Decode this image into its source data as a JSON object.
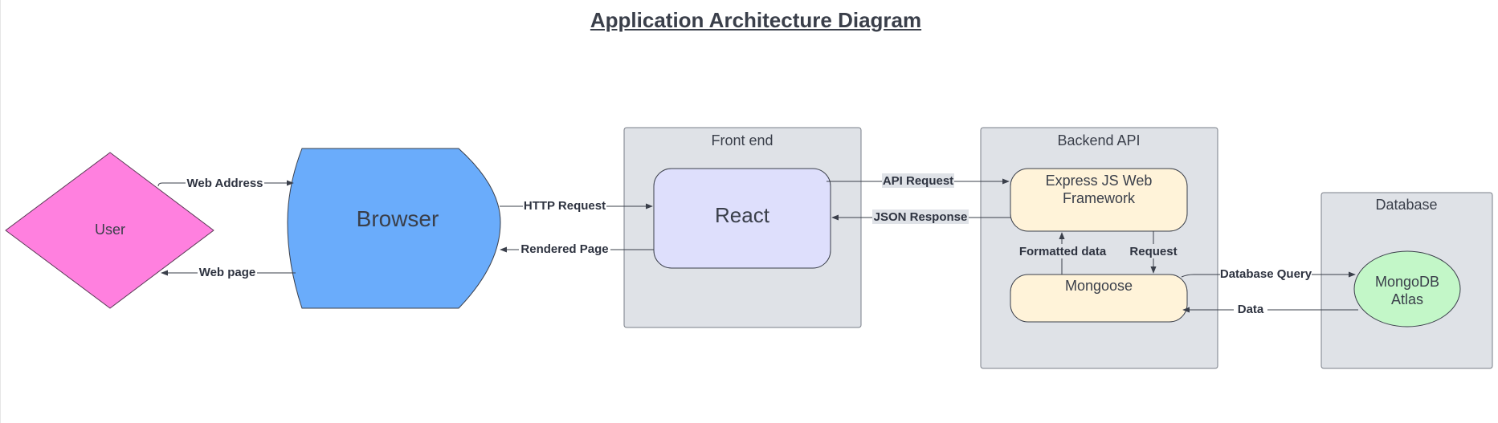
{
  "diagram": {
    "title": "Application Architecture Diagram",
    "groups": {
      "frontend": "Front end",
      "backend": "Backend API",
      "database": "Database"
    },
    "nodes": {
      "user": "User",
      "browser": "Browser",
      "react": "React",
      "express_line1": "Express JS Web",
      "express_line2": "Framework",
      "mongoose": "Mongoose",
      "mongodb_line1": "MongoDB",
      "mongodb_line2": "Atlas"
    },
    "edges": {
      "web_address": "Web Address",
      "web_page": "Web page",
      "http_request": "HTTP Request",
      "rendered_page": "Rendered Page",
      "api_request": "API Request",
      "json_response": "JSON Response",
      "formatted_data": "Formatted data",
      "request": "Request",
      "database_query": "Database Query",
      "data": "Data"
    },
    "colors": {
      "user": "#ff80df",
      "browser": "#6aacfb",
      "react": "#dedffc",
      "express": "#fff3d9",
      "mongodb": "#c3f7c8",
      "group": "#dfe2e7",
      "line": "#3a3f4a"
    }
  }
}
